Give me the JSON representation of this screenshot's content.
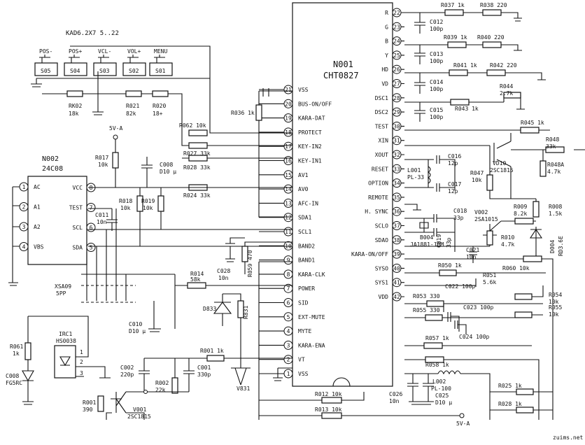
{
  "ic_main": {
    "ref": "N001",
    "part": "CHT0827",
    "left_pins": [
      {
        "num": "21",
        "name": "VSS"
      },
      {
        "num": "20",
        "name": "BUS-ON/OFF"
      },
      {
        "num": "19",
        "name": "KARA-DAT"
      },
      {
        "num": "18",
        "name": "PROTECT"
      },
      {
        "num": "17",
        "name": "KEY-IN2"
      },
      {
        "num": "16",
        "name": "KEY-IN1"
      },
      {
        "num": "15",
        "name": "AV1"
      },
      {
        "num": "14",
        "name": "AV0"
      },
      {
        "num": "13",
        "name": "AFC-IN"
      },
      {
        "num": "12",
        "name": "SDA1"
      },
      {
        "num": "11",
        "name": "SCL1"
      },
      {
        "num": "10",
        "name": "BAND2"
      },
      {
        "num": "9",
        "name": "BAND1"
      },
      {
        "num": "8",
        "name": "KARA-CLK"
      },
      {
        "num": "7",
        "name": "POWER"
      },
      {
        "num": "6",
        "name": "SID"
      },
      {
        "num": "5",
        "name": "EXT-MUTE"
      },
      {
        "num": "4",
        "name": "MYTE"
      },
      {
        "num": "3",
        "name": "KARA-ENA"
      },
      {
        "num": "2",
        "name": "VT"
      },
      {
        "num": "1",
        "name": "VSS"
      }
    ],
    "right_pins": [
      {
        "num": "22",
        "name": "R"
      },
      {
        "num": "23",
        "name": "G"
      },
      {
        "num": "24",
        "name": "B"
      },
      {
        "num": "25",
        "name": "Y"
      },
      {
        "num": "26",
        "name": "HD"
      },
      {
        "num": "27",
        "name": "VD"
      },
      {
        "num": "28",
        "name": "DSC1"
      },
      {
        "num": "29",
        "name": "DSC2"
      },
      {
        "num": "30",
        "name": "TEST"
      },
      {
        "num": "31",
        "name": "XIN"
      },
      {
        "num": "32",
        "name": "XOUT"
      },
      {
        "num": "33",
        "name": "RESET"
      },
      {
        "num": "34",
        "name": "OPTION"
      },
      {
        "num": "35",
        "name": "REMOTE"
      },
      {
        "num": "36",
        "name": "H. SYNC"
      },
      {
        "num": "37",
        "name": "SCLO"
      },
      {
        "num": "38",
        "name": "SDAO"
      },
      {
        "num": "39",
        "name": "KARA-ON/OFF"
      },
      {
        "num": "40",
        "name": "SYSO"
      },
      {
        "num": "41",
        "name": "SYS1"
      },
      {
        "num": "42",
        "name": "VDD"
      }
    ]
  },
  "ic_eeprom": {
    "ref": "N002",
    "part": "24C08",
    "left_pins": [
      {
        "num": "1",
        "name": "AC"
      },
      {
        "num": "2",
        "name": "A1"
      },
      {
        "num": "3",
        "name": "A2"
      },
      {
        "num": "4",
        "name": "VBS"
      }
    ],
    "right_pins": [
      {
        "num": "8",
        "name": "VCC"
      },
      {
        "num": "7",
        "name": "TEST"
      },
      {
        "num": "6",
        "name": "SCL"
      },
      {
        "num": "5",
        "name": "SDA"
      }
    ]
  },
  "keyboard": {
    "title": "KAD6.2X7 5..22",
    "keys": [
      {
        "label": "POS-",
        "ref": "S05"
      },
      {
        "label": "POS+",
        "ref": "S04"
      },
      {
        "label": "VCL-",
        "ref": "S03"
      },
      {
        "label": "VOL+",
        "ref": "S02"
      },
      {
        "label": "MENU",
        "ref": "S01"
      }
    ],
    "resistors": [
      {
        "ref": "RK02",
        "value": "18k"
      },
      {
        "ref": "R021",
        "value": "82k"
      },
      {
        "ref": "R020",
        "value": "18+"
      }
    ]
  },
  "components": {
    "R037": "R037 1k",
    "R038": "R038 220",
    "C012": "C012",
    "C012v": "100p",
    "R039": "R039 1k",
    "R040": "R040 220",
    "C013": "C013",
    "C013v": "100p",
    "R041": "R041 1k",
    "R042": "R042 220",
    "C014": "C014",
    "C014v": "100p",
    "R044": "R044",
    "R044v": "2.7k",
    "C015": "C015",
    "C015v": "100p",
    "R043": "R043 1k",
    "R045": "R045 1k",
    "R048": "R048",
    "R048v": "33k",
    "C016": "C016",
    "C016v": "12p",
    "C017": "C017",
    "C017v": "12p",
    "L001": "L001",
    "L001v": "PL-33",
    "VD10": "VD10",
    "VD10v": "2SC1815",
    "R047": "R047",
    "R047v": "10k",
    "R048A": "R048A",
    "R048Av": "4.7k",
    "R009": "R009",
    "R009v": "8.2k",
    "R008": "R008",
    "R008v": "1.5k",
    "V002": "V002",
    "V002v": "2SA1015",
    "C018": "C018",
    "C018v": "33p",
    "C019": "C019",
    "C019v": "33p",
    "B004": "B004",
    "B004v": "JA1881-10M",
    "R010": "R010",
    "R010v": "4.7k",
    "D004": "D004",
    "D004v": "RD3.6E",
    "C021": "C021",
    "C021v": "10n",
    "R060": "R060 10k",
    "R050": "R050 1k",
    "R051": "R051",
    "R051v": "5.6k",
    "C022": "C022 100p",
    "R053": "R053 330",
    "C023": "C023 100p",
    "R055": "R055 330",
    "R054": "R054",
    "R054v": "10k",
    "R055b": "R055",
    "R055bv": "10k",
    "C024": "C024 100p",
    "R057": "R057 1k",
    "R058": "R058 1k",
    "L002": "L002",
    "L002v": "PL-100",
    "C026": "C026",
    "C026v": "10n",
    "C025": "C025",
    "C025v": "D10 µ",
    "R025": "R025 1k",
    "R028": "R028 1k",
    "R012": "R012 10k",
    "R013": "R013 10k",
    "R036": "R036 1k",
    "R062": "R062 10k",
    "R027": "R027 33k",
    "R028b": "R028 33k",
    "R024": "R024 33k",
    "C008": "C008",
    "C008v": "D10 µ",
    "R017": "R017",
    "R017v": "10k",
    "R018": "R018",
    "R018v": "10k",
    "R019": "R019",
    "R019v": "10k",
    "C011": "C011",
    "C011v": "10n",
    "C028": "C028",
    "C028v": "10n",
    "R059": "R059 470",
    "R014": "R014",
    "R014v": "58k",
    "D833": "D833",
    "R831": "R831",
    "C010": "C010",
    "C010v": "D10 µ",
    "R061": "R061",
    "R061v": "1k",
    "C008b": "C008",
    "C008bv": "FG5RC",
    "IRC1": "IRC1",
    "IRC1v": "HS0038",
    "R001": "R001 1k",
    "C002": "C002",
    "C002v": "220p",
    "R002": "R002",
    "R002v": "22k",
    "C001": "C001",
    "C001v": "330p",
    "V831": "V831",
    "R001b": "R001",
    "R001bv": "390",
    "V001": "V001",
    "V001v": "2SC1815",
    "XSA09": "XSA09",
    "XSA09v": "5PP"
  },
  "supply": {
    "five_v_top": "5V-A",
    "five_v_bottom": "5V-A"
  },
  "ir_pins": [
    "1",
    "2",
    "3"
  ],
  "watermark": "zuims.net"
}
